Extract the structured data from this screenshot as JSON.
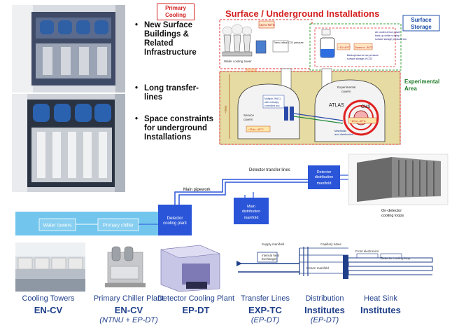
{
  "bullets": [
    "New Surface Buildings & Related Infrastructure",
    "Long transfer-lines",
    "Space constraints for underground Installations"
  ],
  "top_diagram": {
    "title": "Surface / Underground Installations",
    "primary_cooling": "Primary Cooling",
    "surface_storage": "Surface Storage",
    "experimental_area": "Experimental Area",
    "exp_cavern": "Experimental cavern",
    "atlas": "ATLAS",
    "cms": "CMS",
    "service_cavern": "Service cavern",
    "water_cooling_tower": "Water cooling tower",
    "shaft_label": "~90m",
    "up_to": "Up to 60°C",
    "trans_critical": "Trans-critical CO2 pressure",
    "down_to": "Down to -30°C",
    "temp_mid": "~10/-40°C",
    "temp_low": "-53°C",
    "temp_cavern": "~15 to -40°C",
    "temp_cavern2": "~10 to -40°C",
    "manifolds": "Manifolds and distribution",
    "dry_air": "Dry air and vacuum systems",
    "note_top": "Air cooled at low power back-up chiller to keep surface storage pressure low",
    "note_mid": "Backup/reserve low pressure surface storage of CO2",
    "multiple": "Multiple 2PACL with enthalpy controlled accumulator"
  },
  "bottom_diagram": {
    "water_towers": "Water towers",
    "primary_chiller": "Primary chiller",
    "detector_cooling_plant": "Detector cooling plant",
    "main_pipework": "Main pipework",
    "main_distribution": "Main distribution manifold",
    "detector_transfer_lines": "Detector transfer lines",
    "detector_distribution": "Detector distribution manifold",
    "on_detector": "On-detector cooling loops",
    "supply_manifold": "Supply manifold",
    "capillary_tubes": "Capillary tubes",
    "internal_heat": "Internal heat exchanger",
    "front_electronics": "Front electronics",
    "detector_loop": "Detector cooling loop",
    "return_manifold": "Return manifold"
  },
  "columns": [
    {
      "sub": "Cooling Towers",
      "main": "EN-CV",
      "ital": ""
    },
    {
      "sub": "Primary Chiller Plant",
      "main": "EN-CV",
      "ital": "(NTNU + EP-DT)"
    },
    {
      "sub": "Detector Cooling Plant",
      "main": "EP-DT",
      "ital": ""
    },
    {
      "sub": "Transfer Lines",
      "main": "EXP-TC",
      "ital": "(EP-DT)"
    },
    {
      "sub": "Distribution",
      "main": "Institutes",
      "ital": "(EP-DT)"
    },
    {
      "sub": "Heat Sink",
      "main": "Institutes",
      "ital": ""
    }
  ]
}
